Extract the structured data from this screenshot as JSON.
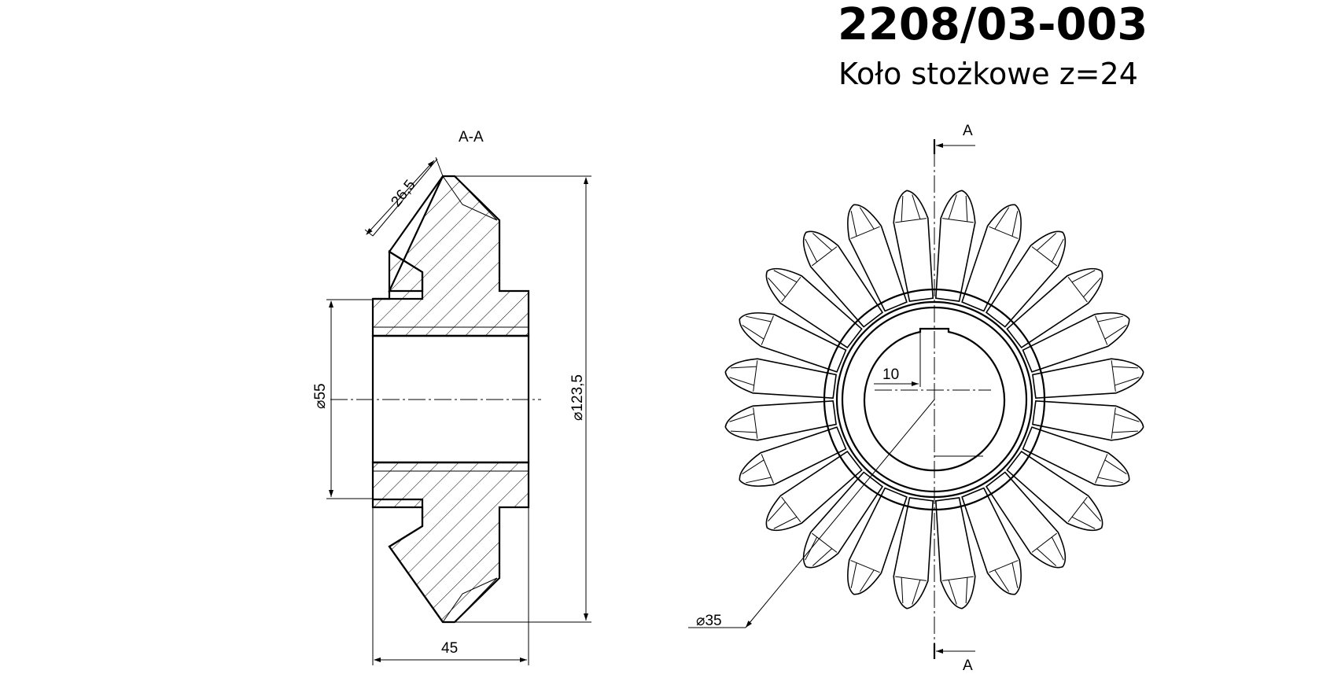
{
  "title": {
    "drawing_number": "2208/03-003",
    "part_name": "Koło stożkowe z=24"
  },
  "section_view": {
    "label": "A-A",
    "dimensions": {
      "face_width": "26,5",
      "bore_diameter": "⌀55",
      "outer_diameter": "⌀123,5",
      "hub_length": "45"
    }
  },
  "front_view": {
    "cut_marker_top": "A",
    "cut_marker_bottom": "A",
    "teeth_count": 24,
    "dimensions": {
      "keyway_width": "10",
      "shaft_diameter": "⌀35"
    }
  }
}
